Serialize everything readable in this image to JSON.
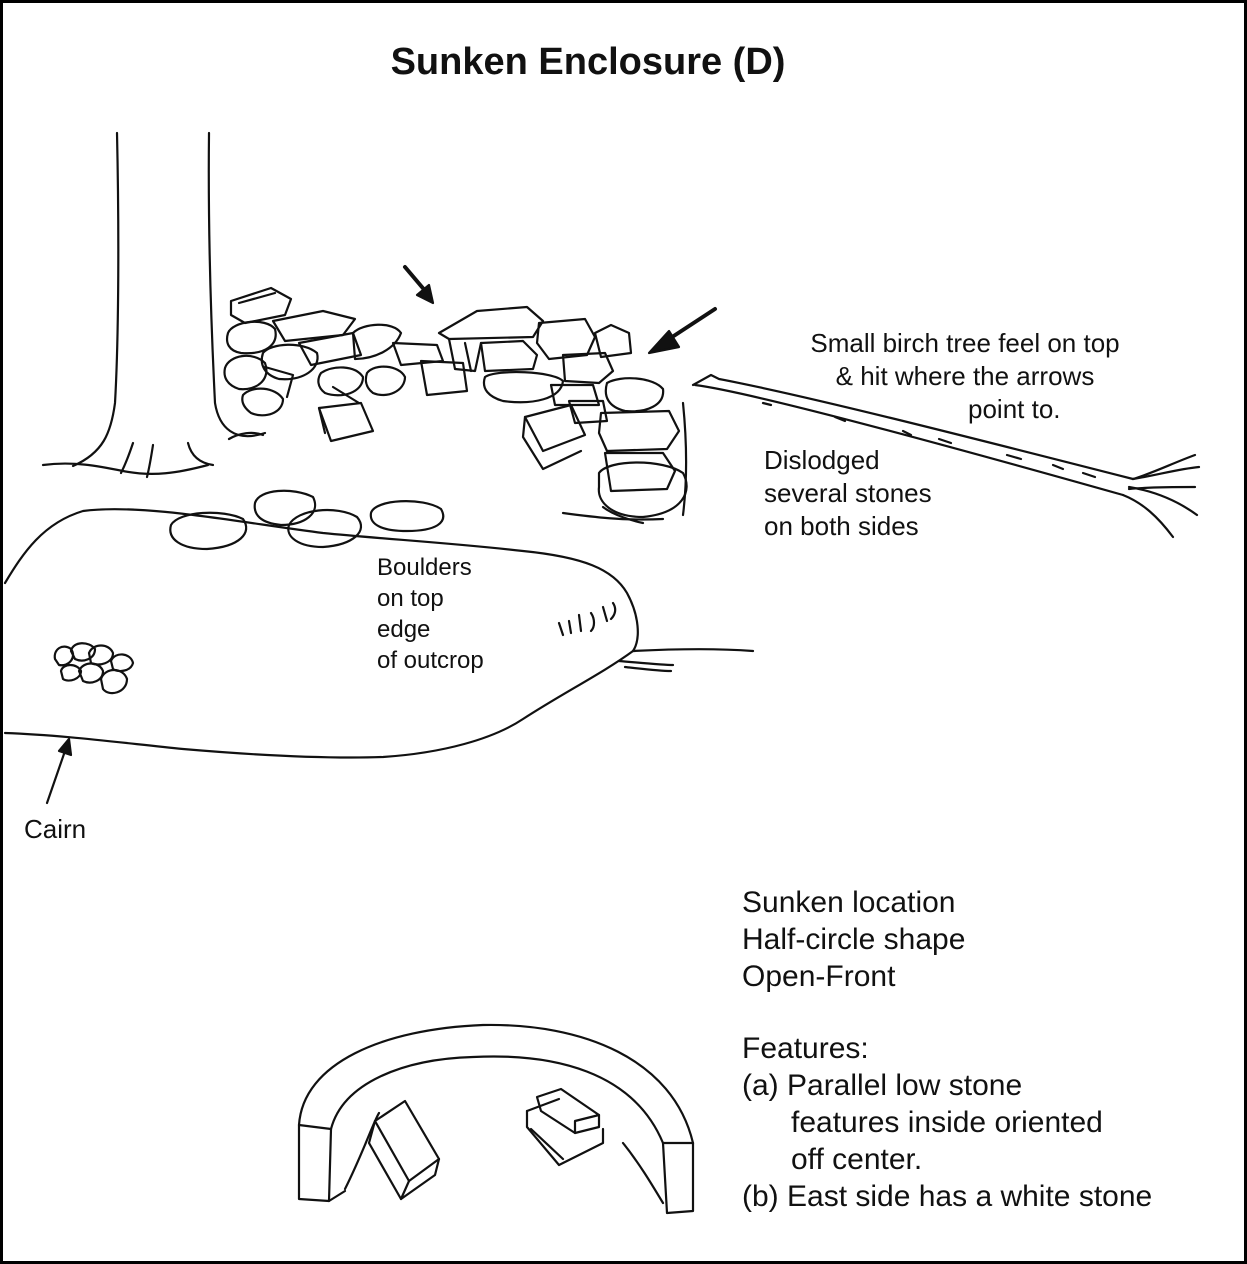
{
  "title": "Sunken Enclosure (D)",
  "birch_note": {
    "line1": "Small birch tree feel on top",
    "line2": "& hit where the arrows",
    "line3": "point to."
  },
  "dislodged_note": {
    "line1": "Dislodged",
    "line2": "several stones",
    "line3": "on both sides"
  },
  "boulders_note": {
    "line1": "Boulders",
    "line2": "on top",
    "line3": "edge",
    "line4": "of outcrop"
  },
  "cairn_label": "Cairn",
  "description": {
    "line1": "Sunken location",
    "line2": "Half-circle shape",
    "line3": "Open-Front"
  },
  "features": {
    "heading": "Features:",
    "a_line1": "(a) Parallel low stone",
    "a_line2": "features inside oriented",
    "a_line3": "off center.",
    "b_line1": "(b) East side has a white stone"
  },
  "colors": {
    "ink": "#111111",
    "background": "#ffffff"
  }
}
